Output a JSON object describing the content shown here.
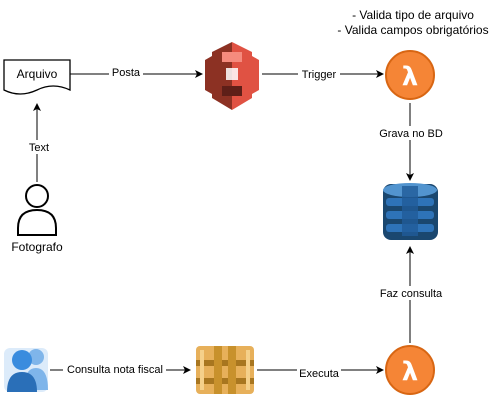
{
  "diagram": {
    "notes": [
      "- Valida tipo de arquivo",
      "- Valida campos obrigatórios"
    ],
    "nodes": {
      "document": {
        "label": "Arquivo",
        "icon": "document-icon"
      },
      "user": {
        "label": "Fotografo",
        "icon": "user-icon"
      },
      "s3": {
        "icon": "aws-s3-bucket-icon",
        "color": "#E05243"
      },
      "lambda_top": {
        "icon": "aws-lambda-icon",
        "color": "#F58536"
      },
      "dynamodb": {
        "icon": "aws-dynamodb-icon",
        "color": "#2E73B8"
      },
      "client": {
        "icon": "users-group-icon",
        "color": "#3A8CDE"
      },
      "api_gateway": {
        "icon": "aws-api-gateway-icon",
        "color": "#C8912C"
      },
      "lambda_bottom": {
        "icon": "aws-lambda-icon",
        "color": "#F58536"
      }
    },
    "edges": {
      "user_to_document": "Text",
      "document_to_s3": "Posta",
      "s3_to_lambda": "Trigger",
      "lambda_to_dynamodb": "Grava no BD",
      "lambda_bottom_to_dynamodb": "Faz consulta",
      "client_to_api": "Consulta nota fiscal",
      "api_to_lambda": "Executa"
    }
  }
}
